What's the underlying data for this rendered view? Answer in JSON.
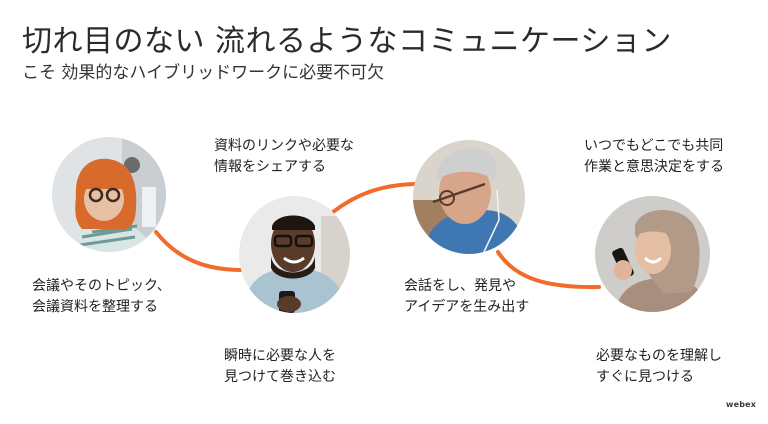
{
  "slide": {
    "title": "切れ目のない 流れるようなコミュニケーション",
    "subtitle": "こそ 効果的なハイブリッドワークに必要不可欠"
  },
  "people": [
    {
      "icon": "person-photo-woman-glasses-icon",
      "description": "woman with orange hair and glasses"
    },
    {
      "icon": "person-photo-man-phone-icon",
      "description": "smiling man with glasses holding phone"
    },
    {
      "icon": "person-photo-older-man-earphones-icon",
      "description": "older man with glasses and earphones"
    },
    {
      "icon": "person-photo-woman-hijab-phone-icon",
      "description": "woman in hijab on phone"
    }
  ],
  "captions": {
    "c1": [
      "会議やそのトピック、",
      "会議資料を整理する"
    ],
    "c2_top": [
      "資料のリンクや必要な",
      "情報をシェアする"
    ],
    "c2_bottom": [
      "瞬時に必要な人を",
      "見つけて巻き込む"
    ],
    "c3": [
      "会話をし、発見や",
      "アイデアを生み出す"
    ],
    "c4_top": [
      "いつでもどこでも共同",
      "作業と意思決定をする"
    ],
    "c4_bottom": [
      "必要なものを理解し",
      "すぐに見つける"
    ]
  },
  "brand": {
    "logo": "webex",
    "accent_color": "#f26b2b"
  }
}
